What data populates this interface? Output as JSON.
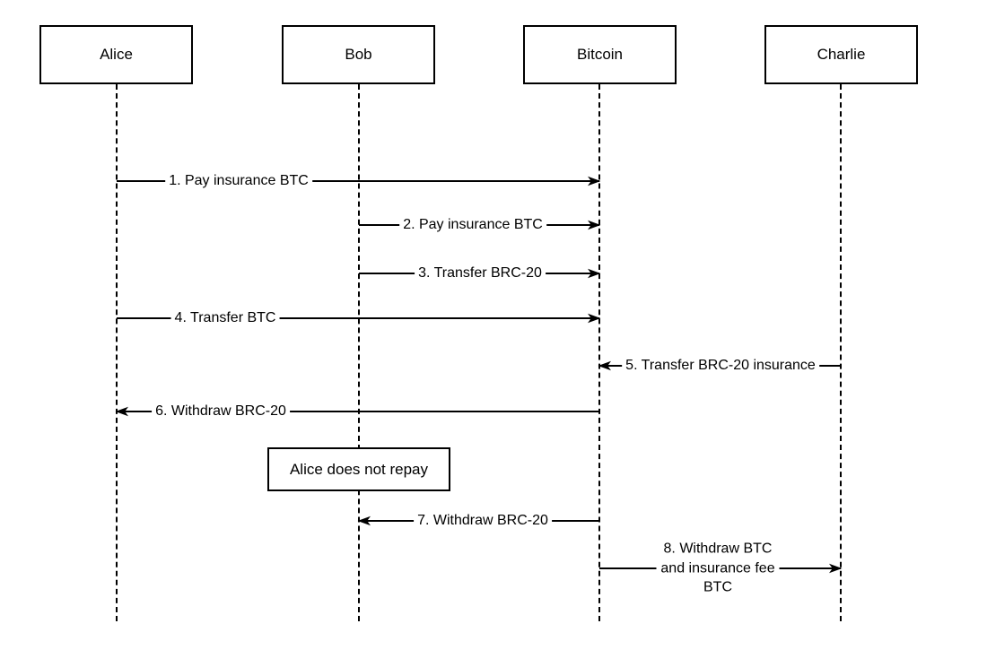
{
  "diagram": {
    "type": "sequence-diagram",
    "colors": {
      "stroke": "#000000",
      "background": "#ffffff",
      "label_background": "#ffffff"
    },
    "actors": [
      {
        "name": "Alice"
      },
      {
        "name": "Bob"
      },
      {
        "name": "Bitcoin"
      },
      {
        "name": "Charlie"
      }
    ],
    "messages": [
      {
        "label": "1. Pay insurance BTC",
        "from": "Alice",
        "to": "Bitcoin",
        "direction": "right"
      },
      {
        "label": "2. Pay insurance BTC",
        "from": "Bob",
        "to": "Bitcoin",
        "direction": "right"
      },
      {
        "label": "3. Transfer BRC-20",
        "from": "Bob",
        "to": "Bitcoin",
        "direction": "right"
      },
      {
        "label": "4. Transfer BTC",
        "from": "Alice",
        "to": "Bitcoin",
        "direction": "right"
      },
      {
        "label": "5. Transfer BRC-20 insurance",
        "from": "Charlie",
        "to": "Bitcoin",
        "direction": "left"
      },
      {
        "label": "6. Withdraw BRC-20",
        "from": "Bitcoin",
        "to": "Alice",
        "direction": "left"
      },
      {
        "label": "7. Withdraw BRC-20",
        "from": "Bitcoin",
        "to": "Bob",
        "direction": "left"
      },
      {
        "label": "8. Withdraw BTC\nand insurance fee BTC",
        "from": "Bitcoin",
        "to": "Charlie",
        "direction": "right"
      }
    ],
    "note": {
      "text": "Alice does not repay"
    }
  }
}
